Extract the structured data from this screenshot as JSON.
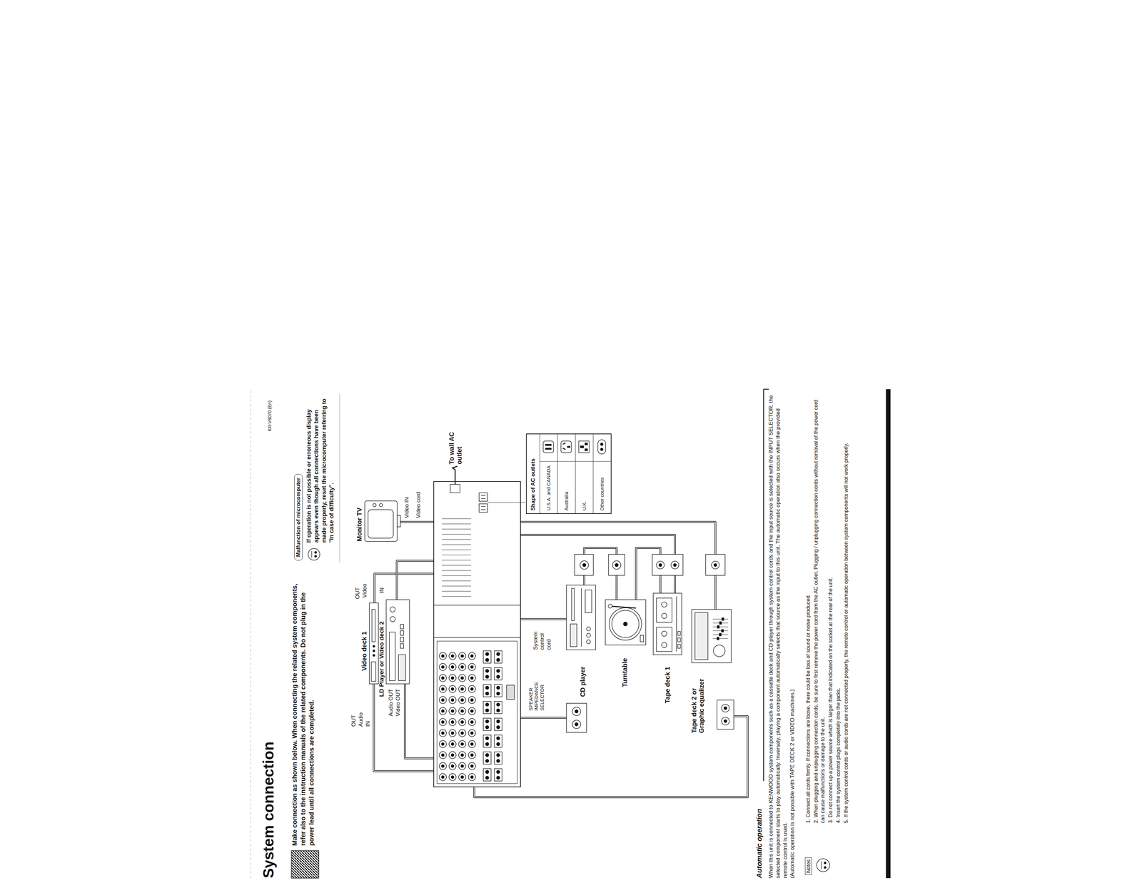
{
  "diagram": {
    "title": "System connection",
    "nodes": [
      {
        "text": [
          "Malfunction of microcomputer",
          "If operation is not possible or erroneous display appears even though all connections have been made properly, reset the microcomputer referring to \"In case of difficulty\"."
        ]
      },
      {
        "text": [
          "Video deck 1"
        ]
      },
      {
        "text": [
          "LD Player or Video deck 2"
        ]
      },
      {
        "text": [
          "Monitor TV"
        ]
      },
      {
        "text": [
          "SPEAKER IMPEDANCE SELECTOR"
        ]
      },
      {
        "text": [
          "CD player"
        ]
      },
      {
        "text": [
          "Turntable"
        ]
      },
      {
        "text": [
          "Tape deck 1"
        ]
      },
      {
        "text": [
          "Tape deck 2 or Graphic equalizer"
        ]
      },
      {
        "text": [
          "Shape of AC outlets",
          "U.S.A. and CANADA",
          "Australia",
          "U.K.",
          "Other countries"
        ]
      }
    ],
    "edges": [
      {
        "from": 4,
        "to": 1,
        "arrow": "none"
      },
      {
        "from": 4,
        "to": 2,
        "arrow": "none"
      },
      {
        "from": 1,
        "to": 4,
        "arrow": "none"
      },
      {
        "from": 2,
        "to": 4,
        "arrow": "none"
      },
      {
        "from": 4,
        "to": 3,
        "label": "Video cord",
        "arrow": "none"
      },
      {
        "from": 4,
        "to": 5,
        "label": "System control cord",
        "arrow": "none"
      },
      {
        "from": 4,
        "to": 5,
        "arrow": "none"
      },
      {
        "from": 5,
        "to": 6,
        "arrow": "none"
      },
      {
        "from": 6,
        "to": 7,
        "arrow": "none"
      },
      {
        "from": 4,
        "to": 7,
        "arrow": "none"
      },
      {
        "from": 4,
        "to": 8,
        "arrow": "none"
      },
      {
        "from": 4,
        "to": 8,
        "arrow": "none"
      }
    ],
    "labels": [
      "KR-V8070 (En)",
      "Make connection as shown below. When connecting the related system components, refer also to the instruction manuals of the related components. Do not plug in the power lead until all connections are completed.",
      "OUT",
      "Audio",
      "IN",
      "Audio OUT",
      "Video OUT",
      "OUT",
      "Video",
      "IN",
      "Video IN",
      "To wall AC outlet",
      "Automatic operation",
      "When this unit is connected to KENWOOD system components such as a cassette deck and CD player through system control cords and the input source is selected with the INPUT SELECTOR, the selected component starts to play automatically. Inversely, playing a component automatically selects that source as the input to this unit. The automatic operation also occurs when the provided remote control is used.",
      "(Automatic operation is not possible with TAPE DECK 2 or VIDEO machines.)",
      "Notes",
      "1. Connect all cords firmly. If connections are loose, there could be loss of sound or noise produced.",
      "2. When plugging and unplugging connection cords, be sure to first remove the power cord from the AC outlet. Plugging / unplugging connection cords without removal of the power cord can cause malfunctions or damage to the unit.",
      "3. Do not connect up a power source which is larger than that indicated on the socket at the rear of the unit.",
      "4. Insert the system control plugs completely into the jacks.",
      "5. If the system control cords or audio cords are not connected properly, the remote control or automatic operation between system components will not work properly."
    ]
  }
}
